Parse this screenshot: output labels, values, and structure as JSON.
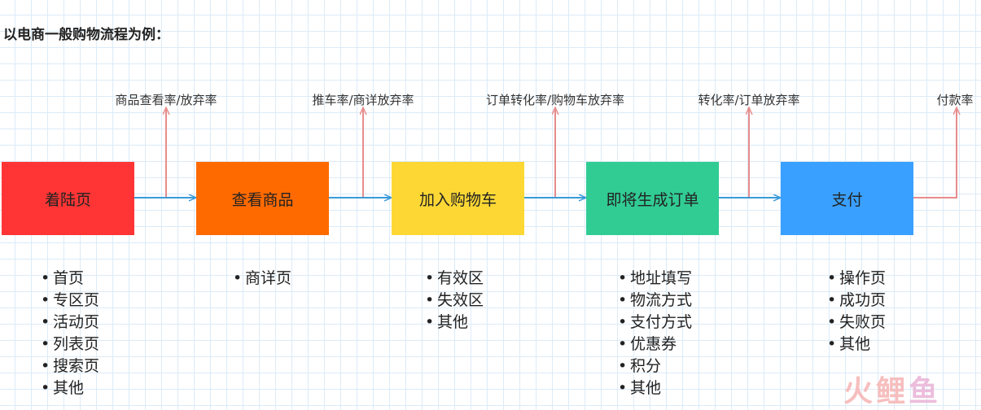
{
  "title": "以电商一般购物流程为例：",
  "colors": {
    "flow_arrow": "#3a9ad9",
    "rate_arrow": "#e88d8d"
  },
  "steps": [
    {
      "label": "着陆页",
      "color": "#ff3535",
      "rate": "商品查看率/放弃率",
      "items": [
        "首页",
        "专区页",
        "活动页",
        "列表页",
        "搜索页",
        "其他"
      ]
    },
    {
      "label": "查看商品",
      "color": "#ff6a00",
      "rate": "推车率/商详放弃率",
      "items": [
        "商详页"
      ]
    },
    {
      "label": "加入购物车",
      "color": "#fdd835",
      "rate": "订单转化率/购物车放弃率",
      "items": [
        "有效区",
        "失效区",
        "其他"
      ]
    },
    {
      "label": "即将生成订单",
      "color": "#31cc94",
      "rate": "转化率/订单放弃率",
      "items": [
        "地址填写",
        "物流方式",
        "支付方式",
        "优惠券",
        "积分",
        "其他"
      ]
    },
    {
      "label": "支付",
      "color": "#3aa0ff",
      "rate": "付款率",
      "items": [
        "操作页",
        "成功页",
        "失败页",
        "其他"
      ]
    }
  ],
  "watermark": {
    "char1": "火",
    "char2": "鲤",
    "char3": "鱼"
  }
}
